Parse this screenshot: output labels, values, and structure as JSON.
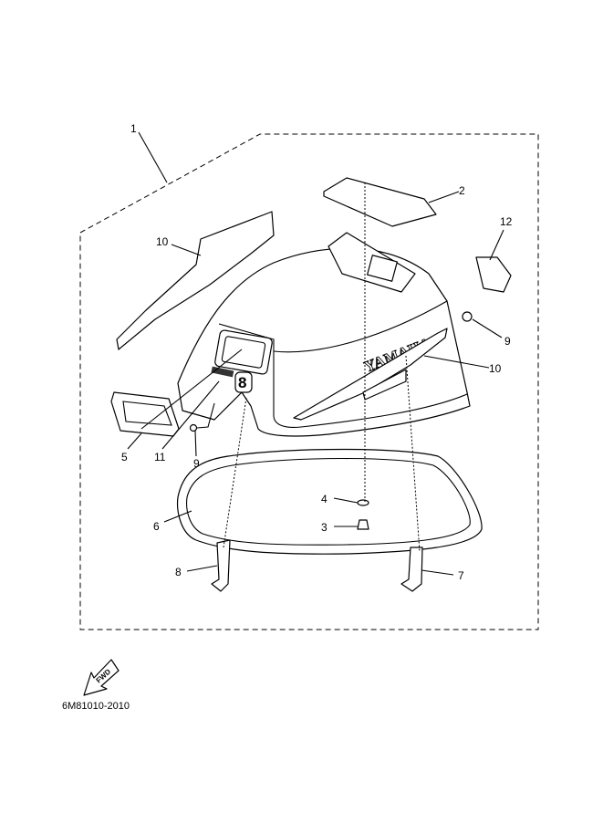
{
  "diagram": {
    "callouts": [
      "1",
      "2",
      "12",
      "10",
      "9",
      "10",
      "5",
      "11",
      "9",
      "4",
      "3",
      "6",
      "8",
      "7"
    ],
    "logo_text": "YAMAHA",
    "model_badge": "8",
    "fwd_arrow_label": "FWD",
    "part_code": "6M81010-2010"
  }
}
